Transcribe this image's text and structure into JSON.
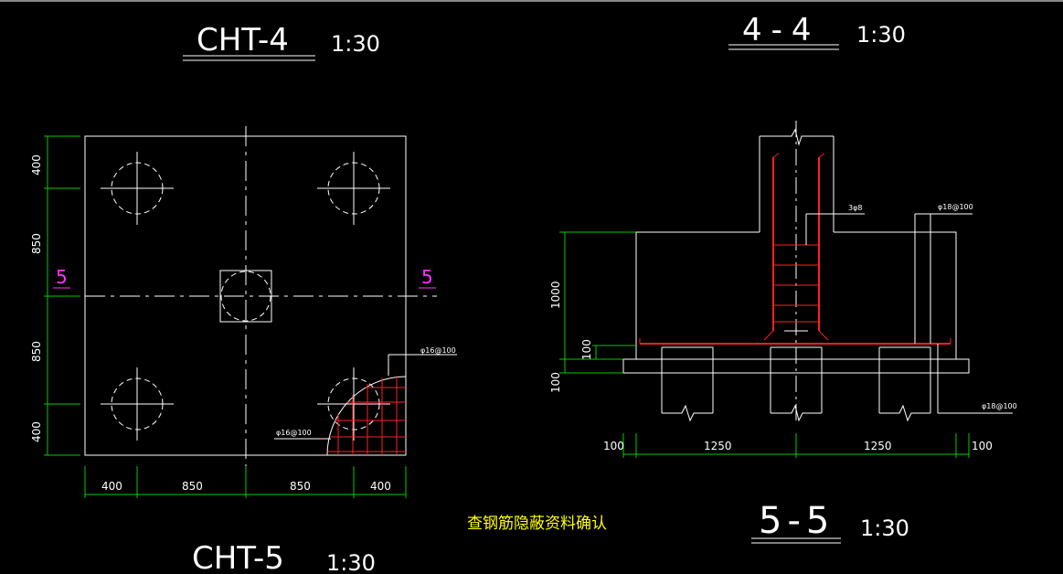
{
  "drawing": {
    "plan_title": "CHT-4",
    "plan_scale": "1:30",
    "section44_title": "4-4",
    "section44_scale": "1:30",
    "section55_title": "5-5",
    "section55_scale": "1:30",
    "bottom_title": "CHT-5",
    "bottom_scale": "1:30",
    "review_note": "查钢筋隐蔽资料确认",
    "section_marker": "5",
    "plan_dims_vertical": [
      "400",
      "850",
      "850",
      "400"
    ],
    "plan_dims_horizontal": [
      "400",
      "850",
      "850",
      "400"
    ],
    "rebar_label_top": "φ16@100",
    "rebar_label_bottom": "φ16@100",
    "sec_label_stirrup": "3φ8",
    "sec_label_bar_top": "φ18@100",
    "sec_label_bar_right": "φ18@100",
    "sec_dim_height": "1000",
    "sec_dim_100a": "100",
    "sec_dim_100b": "100",
    "sec_dims_horizontal": [
      "100",
      "1250",
      "1250",
      "100"
    ]
  },
  "colors": {
    "background": "#000000",
    "lines": "#ffffff",
    "dimensions": "#00cc00",
    "rebar": "#ff2020",
    "section_marker": "#ff33ff",
    "note": "#ffff00"
  }
}
